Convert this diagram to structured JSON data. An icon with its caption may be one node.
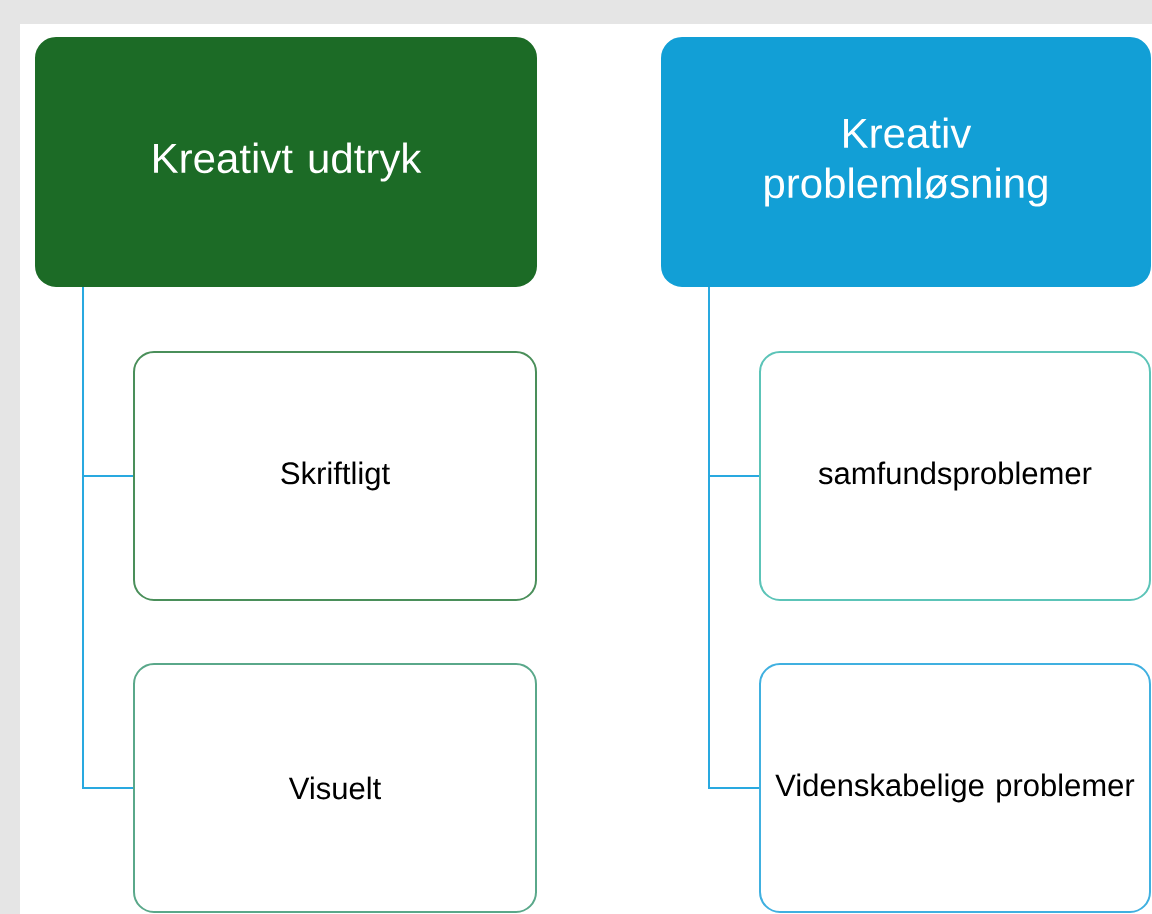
{
  "diagram": {
    "nodes": [
      {
        "text": [
          "Kreativt udtryk"
        ]
      },
      {
        "text": [
          "Skriftligt"
        ]
      },
      {
        "text": [
          "Visuelt"
        ]
      },
      {
        "text": [
          "Kreativ problemløsning"
        ]
      },
      {
        "text": [
          "samfundsproblemer"
        ]
      },
      {
        "text": [
          "Videnskabelige problemer"
        ]
      }
    ],
    "edges": [
      {
        "from": 0,
        "to": 1,
        "arrow": "none"
      },
      {
        "from": 0,
        "to": 2,
        "arrow": "none"
      },
      {
        "from": 3,
        "to": 4,
        "arrow": "none"
      },
      {
        "from": 3,
        "to": 5,
        "arrow": "none"
      }
    ]
  }
}
